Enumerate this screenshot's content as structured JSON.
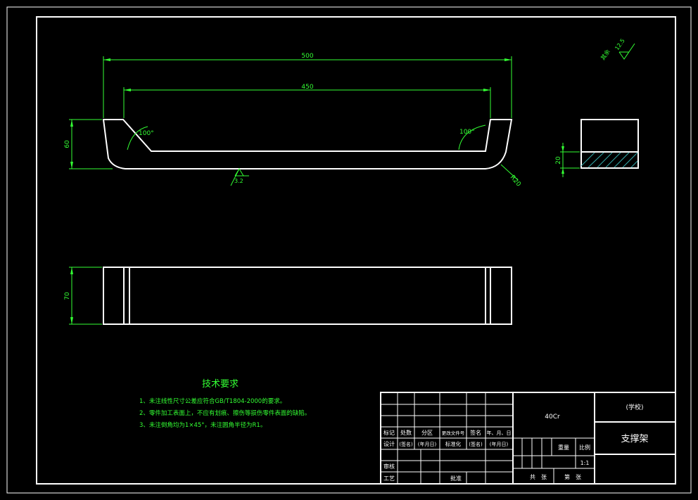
{
  "dimensions": {
    "overall_length": "500",
    "inner_length": "450",
    "height": "60",
    "angle_left": "100°",
    "angle_right": "100°",
    "radius": "R20",
    "roughness_bottom": "3.2",
    "width": "70",
    "section_height": "20"
  },
  "surface_finish": {
    "value": "12.5",
    "label": "其余"
  },
  "tech_requirements": {
    "title": "技术要求",
    "items": [
      "1、未注线性尺寸公差应符合GB/T1804-2000的要求。",
      "2、零件加工表面上，不应有划痕、擦伤等损伤零件表面的缺陷。",
      "3、未注倒角均为1×45°，未注圆角半径为R1。"
    ]
  },
  "title_block": {
    "material": "40Cr",
    "school": "(学校)",
    "part_name": "支撑架",
    "row_labels_1": [
      "标记",
      "处数",
      "分区",
      "更改文件号",
      "签名",
      "年、月、日"
    ],
    "row_labels_2": [
      "设计",
      "(签名)",
      "(年月日)",
      "标准化",
      "(签名)",
      "(年月日)"
    ],
    "review": "审核",
    "process": "工艺",
    "approve": "批准",
    "weight": "重量",
    "scale_label": "比例",
    "scale_value": "1:1",
    "sheets_total": "共　张",
    "sheet_no": "第　张"
  }
}
